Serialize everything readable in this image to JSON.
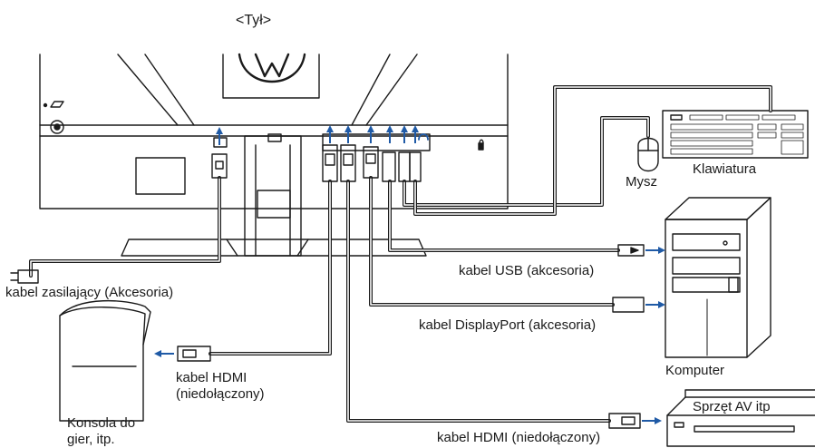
{
  "title": "<Tył>",
  "labels": {
    "power_cable": "kabel zasilający (Akcesoria)",
    "usb_cable": "kabel USB (akcesoria)",
    "displayport_cable": "kabel DisplayPort (akcesoria)",
    "hdmi_cable_console_line1": "kabel HDMI",
    "hdmi_cable_console_line2": "(niedołączony)",
    "hdmi_cable_av": "kabel HDMI (niedołączony)",
    "mouse": "Mysz",
    "keyboard": "Klawiatura",
    "computer": "Komputer",
    "console_line1": "Konsola do",
    "console_line2": "gier, itp.",
    "av_device": "Sprzęt AV itp"
  },
  "colors": {
    "line": "#1a1a1a",
    "arrow": "#1f5aa6",
    "background": "#ffffff"
  },
  "icons": [
    "power-plug-icon",
    "hdmi-plug-icon",
    "displayport-plug-icon",
    "usb-plug-icon",
    "headphone-jack-icon",
    "kensington-lock-icon",
    "mouse-icon",
    "keyboard-icon",
    "computer-tower-icon",
    "game-console-icon",
    "av-device-icon"
  ]
}
